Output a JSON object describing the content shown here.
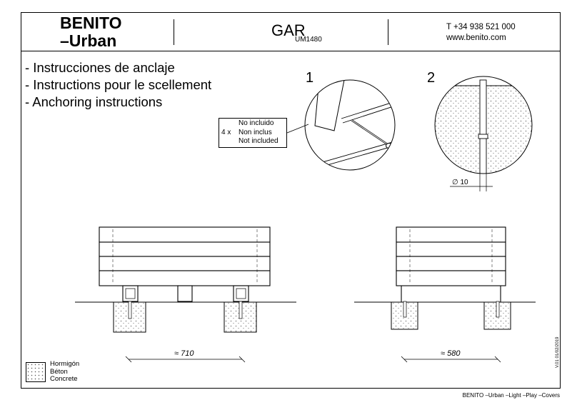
{
  "header": {
    "brand_line1": "BENITO",
    "brand_line2": "–Urban",
    "model_name": "GAR",
    "model_code": "UM1480",
    "phone": "T +34 938 521 000",
    "website": "www.benito.com"
  },
  "instructions": [
    "- Instrucciones de anclaje",
    "- Instructions pour le scellement",
    "- Anchoring instructions"
  ],
  "not_included": {
    "quantity": "4 x",
    "lines": [
      "No incluido",
      "Non inclus",
      "Not included"
    ]
  },
  "steps": {
    "step1": "1",
    "step2": "2"
  },
  "diameter_label": "∅ 10",
  "dimensions": {
    "front": "≈ 710",
    "side": "≈ 580"
  },
  "legend": {
    "lines": [
      "Hormigón",
      "Béton",
      "Concrete"
    ]
  },
  "version": "V.01 01/02/2019",
  "footer": "BENITO –Urban –Light –Play –Covers"
}
